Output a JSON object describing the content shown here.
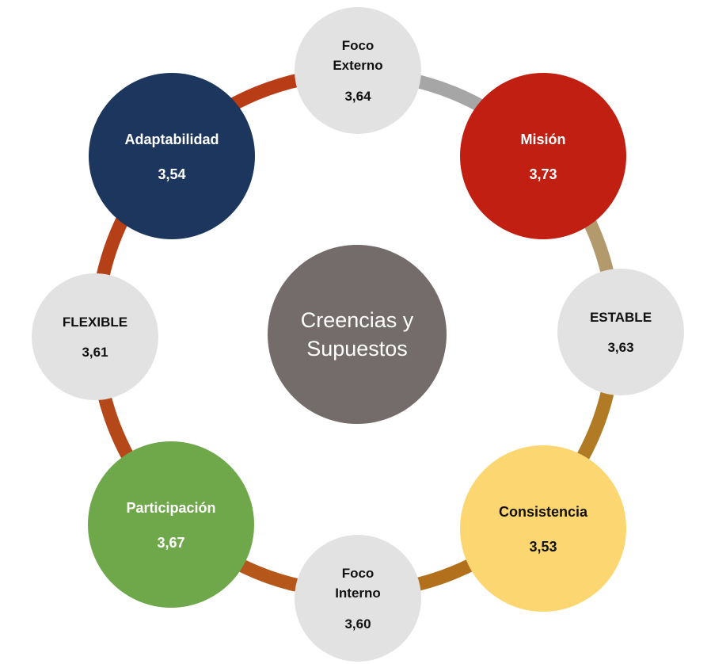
{
  "center": {
    "text": "Creencias y\nSupuestos",
    "color": "#736c6a"
  },
  "nodes": {
    "foco_externo": {
      "label": "Foco\nExterno",
      "value": "3,64"
    },
    "mision": {
      "label": "Misión",
      "value": "3,73",
      "color": "#c11f12"
    },
    "estable": {
      "label": "ESTABLE",
      "value": "3,63"
    },
    "consistencia": {
      "label": "Consistencia",
      "value": "3,53",
      "color": "#fcd671"
    },
    "foco_interno": {
      "label": "Foco\nInterno",
      "value": "3,60"
    },
    "participacion": {
      "label": "Participación",
      "value": "3,67",
      "color": "#6fa84a"
    },
    "flexible": {
      "label": "FLEXIBLE",
      "value": "3,61"
    },
    "adaptabilidad": {
      "label": "Adaptabilidad",
      "value": "3,54",
      "color": "#1c365e"
    }
  },
  "ring_colors": {
    "foco_externo_to_mision": "#a6a6a6",
    "mision_to_estable": "#b39a6d",
    "estable_to_consistencia": "#b07b24",
    "consistencia_to_foco_interno": "#b3701c",
    "foco_interno_to_participacion": "#b5561a",
    "participacion_to_flexible": "#b54818",
    "flexible_to_adaptabilidad": "#b54018",
    "adaptabilidad_to_foco_externo": "#b83c16"
  }
}
